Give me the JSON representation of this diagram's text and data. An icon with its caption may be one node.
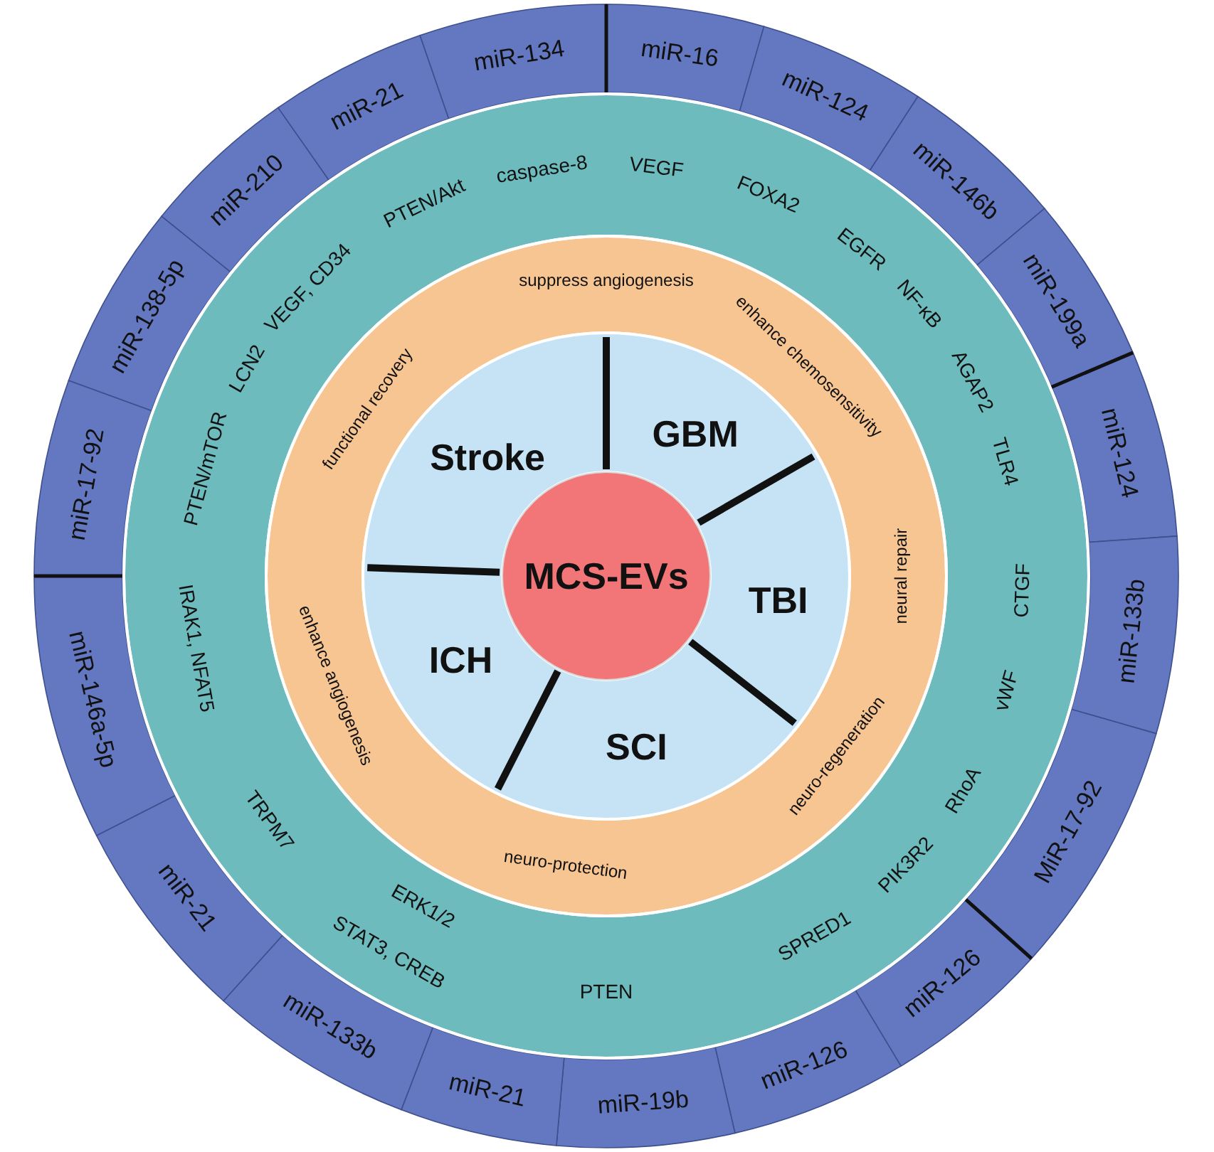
{
  "diagram": {
    "nodes": [
      {
        "text": [
          "MCS-EVs"
        ]
      },
      {
        "text": [
          "Stroke"
        ]
      },
      {
        "text": [
          "GBM"
        ]
      },
      {
        "text": [
          "TBI"
        ]
      },
      {
        "text": [
          "SCI"
        ]
      },
      {
        "text": [
          "ICH"
        ]
      },
      {
        "text": [
          "miR-16"
        ]
      },
      {
        "text": [
          "miR-124"
        ]
      },
      {
        "text": [
          "miR-146b"
        ]
      },
      {
        "text": [
          "miR-199a"
        ]
      },
      {
        "text": [
          "miR-124"
        ]
      },
      {
        "text": [
          "miR-133b"
        ]
      },
      {
        "text": [
          "MiR-17-92"
        ]
      },
      {
        "text": [
          "miR-126"
        ]
      },
      {
        "text": [
          "miR-126"
        ]
      },
      {
        "text": [
          "miR-19b"
        ]
      },
      {
        "text": [
          "miR-21"
        ]
      },
      {
        "text": [
          "miR-133b"
        ]
      },
      {
        "text": [
          "miR-21"
        ]
      },
      {
        "text": [
          "miR-146a-5p"
        ]
      },
      {
        "text": [
          "miR-17-92"
        ]
      },
      {
        "text": [
          "miR-138-5p"
        ]
      },
      {
        "text": [
          "miR-210"
        ]
      },
      {
        "text": [
          "miR-21"
        ]
      },
      {
        "text": [
          "miR-134"
        ]
      }
    ],
    "labels": [
      "suppress angiogenesis",
      "enhance chemosensitivity",
      "neural repair",
      "neuro-regeneration",
      "neuro-protection",
      "enhance angiogenesis",
      "functional recovery",
      "caspase-8",
      "VEGF",
      "FOXA2",
      "EGFR",
      "NF-κB",
      "AGAP2",
      "TLR4",
      "CTGF",
      "vWF",
      "RhoA",
      "PIK3R2",
      "SPRED1",
      "PTEN",
      "STAT3, CREB",
      "ERK1/2",
      "TRPM7",
      "IRAK1, NFAT5",
      "PTEN/mTOR",
      "LCN2",
      "VEGF, CD34",
      "PTEN/Akt"
    ]
  }
}
